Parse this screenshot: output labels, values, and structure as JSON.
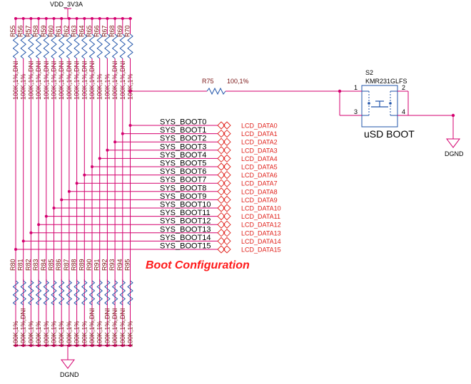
{
  "power": {
    "vdd": "VDD_3V3A",
    "dgnd_top": "DGND",
    "dgnd_bottom": "DGND"
  },
  "top_resistors": [
    {
      "ref": "R55",
      "val": "100K,1%,DNI"
    },
    {
      "ref": "R56",
      "val": "100K,1%"
    },
    {
      "ref": "R57",
      "val": "100K,1%,DNI"
    },
    {
      "ref": "R58",
      "val": "100K,1%,DNI"
    },
    {
      "ref": "R59",
      "val": "100K,1%,DNI"
    },
    {
      "ref": "R60",
      "val": "100K,1%,DNI"
    },
    {
      "ref": "R61",
      "val": "100K,1%,DNI"
    },
    {
      "ref": "R62",
      "val": "100K,1%,DNI"
    },
    {
      "ref": "R63",
      "val": "100K,1%,DNI"
    },
    {
      "ref": "R64",
      "val": "100K,1%,DNI"
    },
    {
      "ref": "R65",
      "val": "100K,1%,DNI"
    },
    {
      "ref": "R66",
      "val": "100K,1%"
    },
    {
      "ref": "R67",
      "val": "100K,1%"
    },
    {
      "ref": "R68",
      "val": "100K,1%,DNI"
    },
    {
      "ref": "R69",
      "val": "100K,1%,DNI"
    },
    {
      "ref": "R70",
      "val": "100K,1%"
    }
  ],
  "bottom_resistors": [
    {
      "ref": "R80",
      "val": "100K,1%"
    },
    {
      "ref": "R81",
      "val": "100K,1%,DNI"
    },
    {
      "ref": "R82",
      "val": "100K,1%"
    },
    {
      "ref": "R83",
      "val": "100K,1%"
    },
    {
      "ref": "R84",
      "val": "100K,1%"
    },
    {
      "ref": "R85",
      "val": "100K,1%"
    },
    {
      "ref": "R86",
      "val": "100K,1%"
    },
    {
      "ref": "R87",
      "val": "100K,1%"
    },
    {
      "ref": "R88",
      "val": "100K,1%"
    },
    {
      "ref": "R89",
      "val": "100K,1%"
    },
    {
      "ref": "R90",
      "val": "100K,1%,DNI"
    },
    {
      "ref": "R91",
      "val": "100K,1%"
    },
    {
      "ref": "R92",
      "val": "100K,1%,DNI"
    },
    {
      "ref": "R93",
      "val": "100K,1%,DNI"
    },
    {
      "ref": "R94",
      "val": "100K,1%,DNI"
    },
    {
      "ref": "R95",
      "val": "100K,1%"
    }
  ],
  "nets": [
    {
      "boot": "SYS_BOOT0",
      "lcd": "LCD_DATA0"
    },
    {
      "boot": "SYS_BOOT1",
      "lcd": "LCD_DATA1"
    },
    {
      "boot": "SYS_BOOT2",
      "lcd": "LCD_DATA2"
    },
    {
      "boot": "SYS_BOOT3",
      "lcd": "LCD_DATA3"
    },
    {
      "boot": "SYS_BOOT4",
      "lcd": "LCD_DATA4"
    },
    {
      "boot": "SYS_BOOT5",
      "lcd": "LCD_DATA5"
    },
    {
      "boot": "SYS_BOOT6",
      "lcd": "LCD_DATA6"
    },
    {
      "boot": "SYS_BOOT7",
      "lcd": "LCD_DATA7"
    },
    {
      "boot": "SYS_BOOT8",
      "lcd": "LCD_DATA8"
    },
    {
      "boot": "SYS_BOOT9",
      "lcd": "LCD_DATA9"
    },
    {
      "boot": "SYS_BOOT10",
      "lcd": "LCD_DATA10"
    },
    {
      "boot": "SYS_BOOT11",
      "lcd": "LCD_DATA11"
    },
    {
      "boot": "SYS_BOOT12",
      "lcd": "LCD_DATA12"
    },
    {
      "boot": "SYS_BOOT13",
      "lcd": "LCD_DATA13"
    },
    {
      "boot": "SYS_BOOT14",
      "lcd": "LCD_DATA14"
    },
    {
      "boot": "SYS_BOOT15",
      "lcd": "LCD_DATA15"
    }
  ],
  "r75": {
    "ref": "R75",
    "val": "100,1%"
  },
  "switch": {
    "ref": "S2",
    "part": "KMR231GLFS",
    "pins": [
      "1",
      "2",
      "3",
      "4"
    ],
    "label": "uSD BOOT"
  },
  "title": "Boot Configuration",
  "colors": {
    "wire": "#d4006f",
    "junction": "#d4006f",
    "resistor": "#2255aa",
    "refdes": "#7a1515",
    "lcd_text": "#e0201a",
    "title": "#ff1a1a",
    "switch": "#2255aa"
  }
}
